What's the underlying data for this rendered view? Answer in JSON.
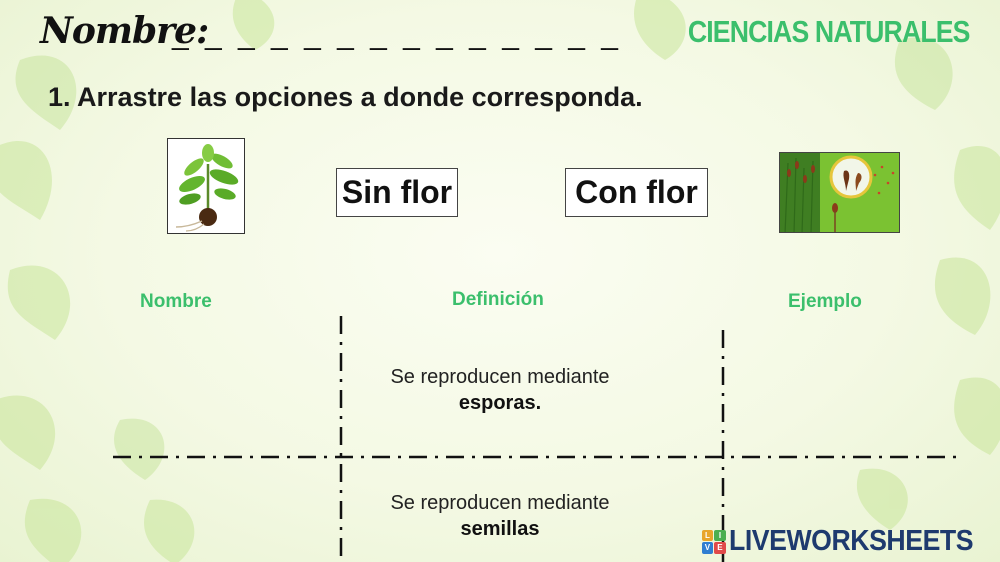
{
  "header": {
    "name_label": "Nombre:",
    "name_blanks": "_ _ _ _ _ _ _ _ _ _ _ _ _ _",
    "subject": "CIENCIAS NATURALES"
  },
  "instruction": "1. Arrastre las opciones a donde corresponda.",
  "draggables": {
    "sin_flor": "Sin flor",
    "con_flor": "Con flor"
  },
  "images": {
    "seedling": "seedling-icon",
    "moss": "moss-sporophyte-icon"
  },
  "table": {
    "headers": {
      "nombre": "Nombre",
      "definicion": "Definición",
      "ejemplo": "Ejemplo"
    },
    "rows": [
      {
        "definition_prefix": "Se reproducen mediante",
        "definition_bold": "esporas."
      },
      {
        "definition_prefix": "Se reproducen mediante",
        "definition_bold": "semillas"
      }
    ]
  },
  "brand": {
    "name": "LIVEWORKSHEETS",
    "logo_letters": [
      "L",
      "I",
      "V",
      "E"
    ]
  },
  "colors": {
    "accent_green": "#3bbf6c",
    "brand_navy": "#1e3a6e"
  }
}
